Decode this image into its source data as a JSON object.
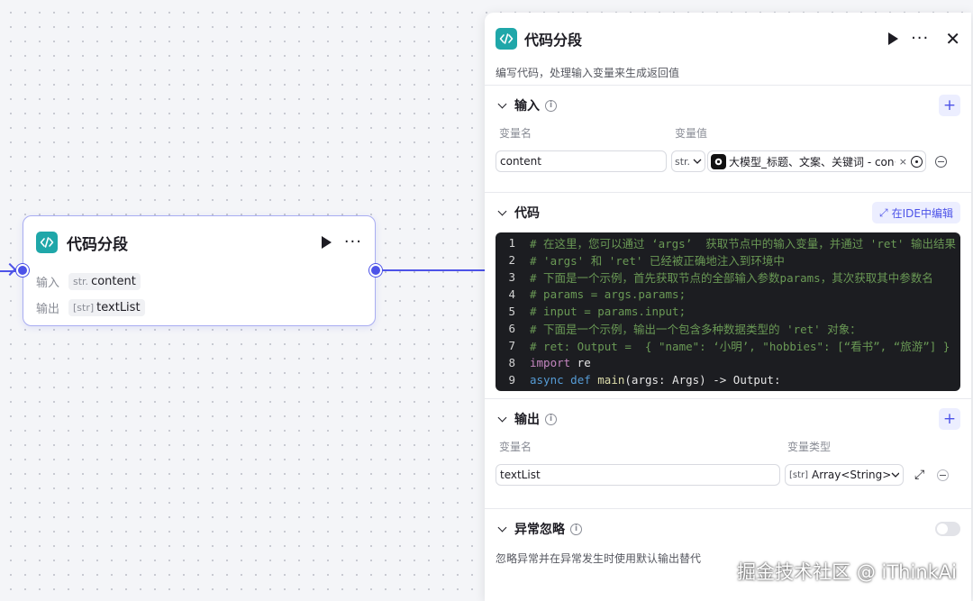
{
  "node": {
    "title": "代码分段",
    "input_label": "输入",
    "input_type": "str.",
    "input_value": "content",
    "output_label": "输出",
    "output_type": "[str]",
    "output_value": "textList"
  },
  "panel": {
    "title": "代码分段",
    "description": "编写代码，处理输入变量来生成返回值",
    "input_section": {
      "title": "输入",
      "col_name": "变量名",
      "col_value": "变量值",
      "var_name": "content",
      "var_type": "str.",
      "var_ref": "大模型_标题、文案、关键词 - con···"
    },
    "code_section": {
      "title": "代码",
      "ide_button": "在IDE中编辑",
      "lines": [
        {
          "n": "1",
          "text": "# 在这里，您可以通过 ‘args’  获取节点中的输入变量，并通过 'ret' 输出结果"
        },
        {
          "n": "2",
          "text": "# 'args' 和 'ret' 已经被正确地注入到环境中"
        },
        {
          "n": "3",
          "text": "# 下面是一个示例，首先获取节点的全部输入参数params，其次获取其中参数名"
        },
        {
          "n": "4",
          "text": "# params = args.params;"
        },
        {
          "n": "5",
          "text": "# input = params.input;"
        },
        {
          "n": "6",
          "text": "# 下面是一个示例，输出一个包含多种数据类型的 'ret' 对象："
        },
        {
          "n": "7",
          "text": "# ret: Output =  { \"name\": ‘小明’, \"hobbies\": [“看书”, “旅游”] }"
        }
      ],
      "line8_num": "8",
      "line8_kw": "import",
      "line8_rest": " re",
      "line9_num": "9",
      "line9_kw1": "async",
      "line9_kw2": "def",
      "line9_fn": "main",
      "line9_rest": "(args: Args) -> Output:"
    },
    "output_section": {
      "title": "输出",
      "col_name": "变量名",
      "col_type": "变量类型",
      "var_name": "textList",
      "var_type_icon": "[str]",
      "var_type": "Array<String>"
    },
    "exception_section": {
      "title": "异常忽略",
      "description": "忽略异常并在异常发生时使用默认输出替代"
    }
  },
  "watermark": "掘金技术社区 @ iThinkAi",
  "colors": {
    "accent": "#4d53e8",
    "node_icon": "#1fa7a9",
    "editor_bg": "#1c1d21"
  }
}
